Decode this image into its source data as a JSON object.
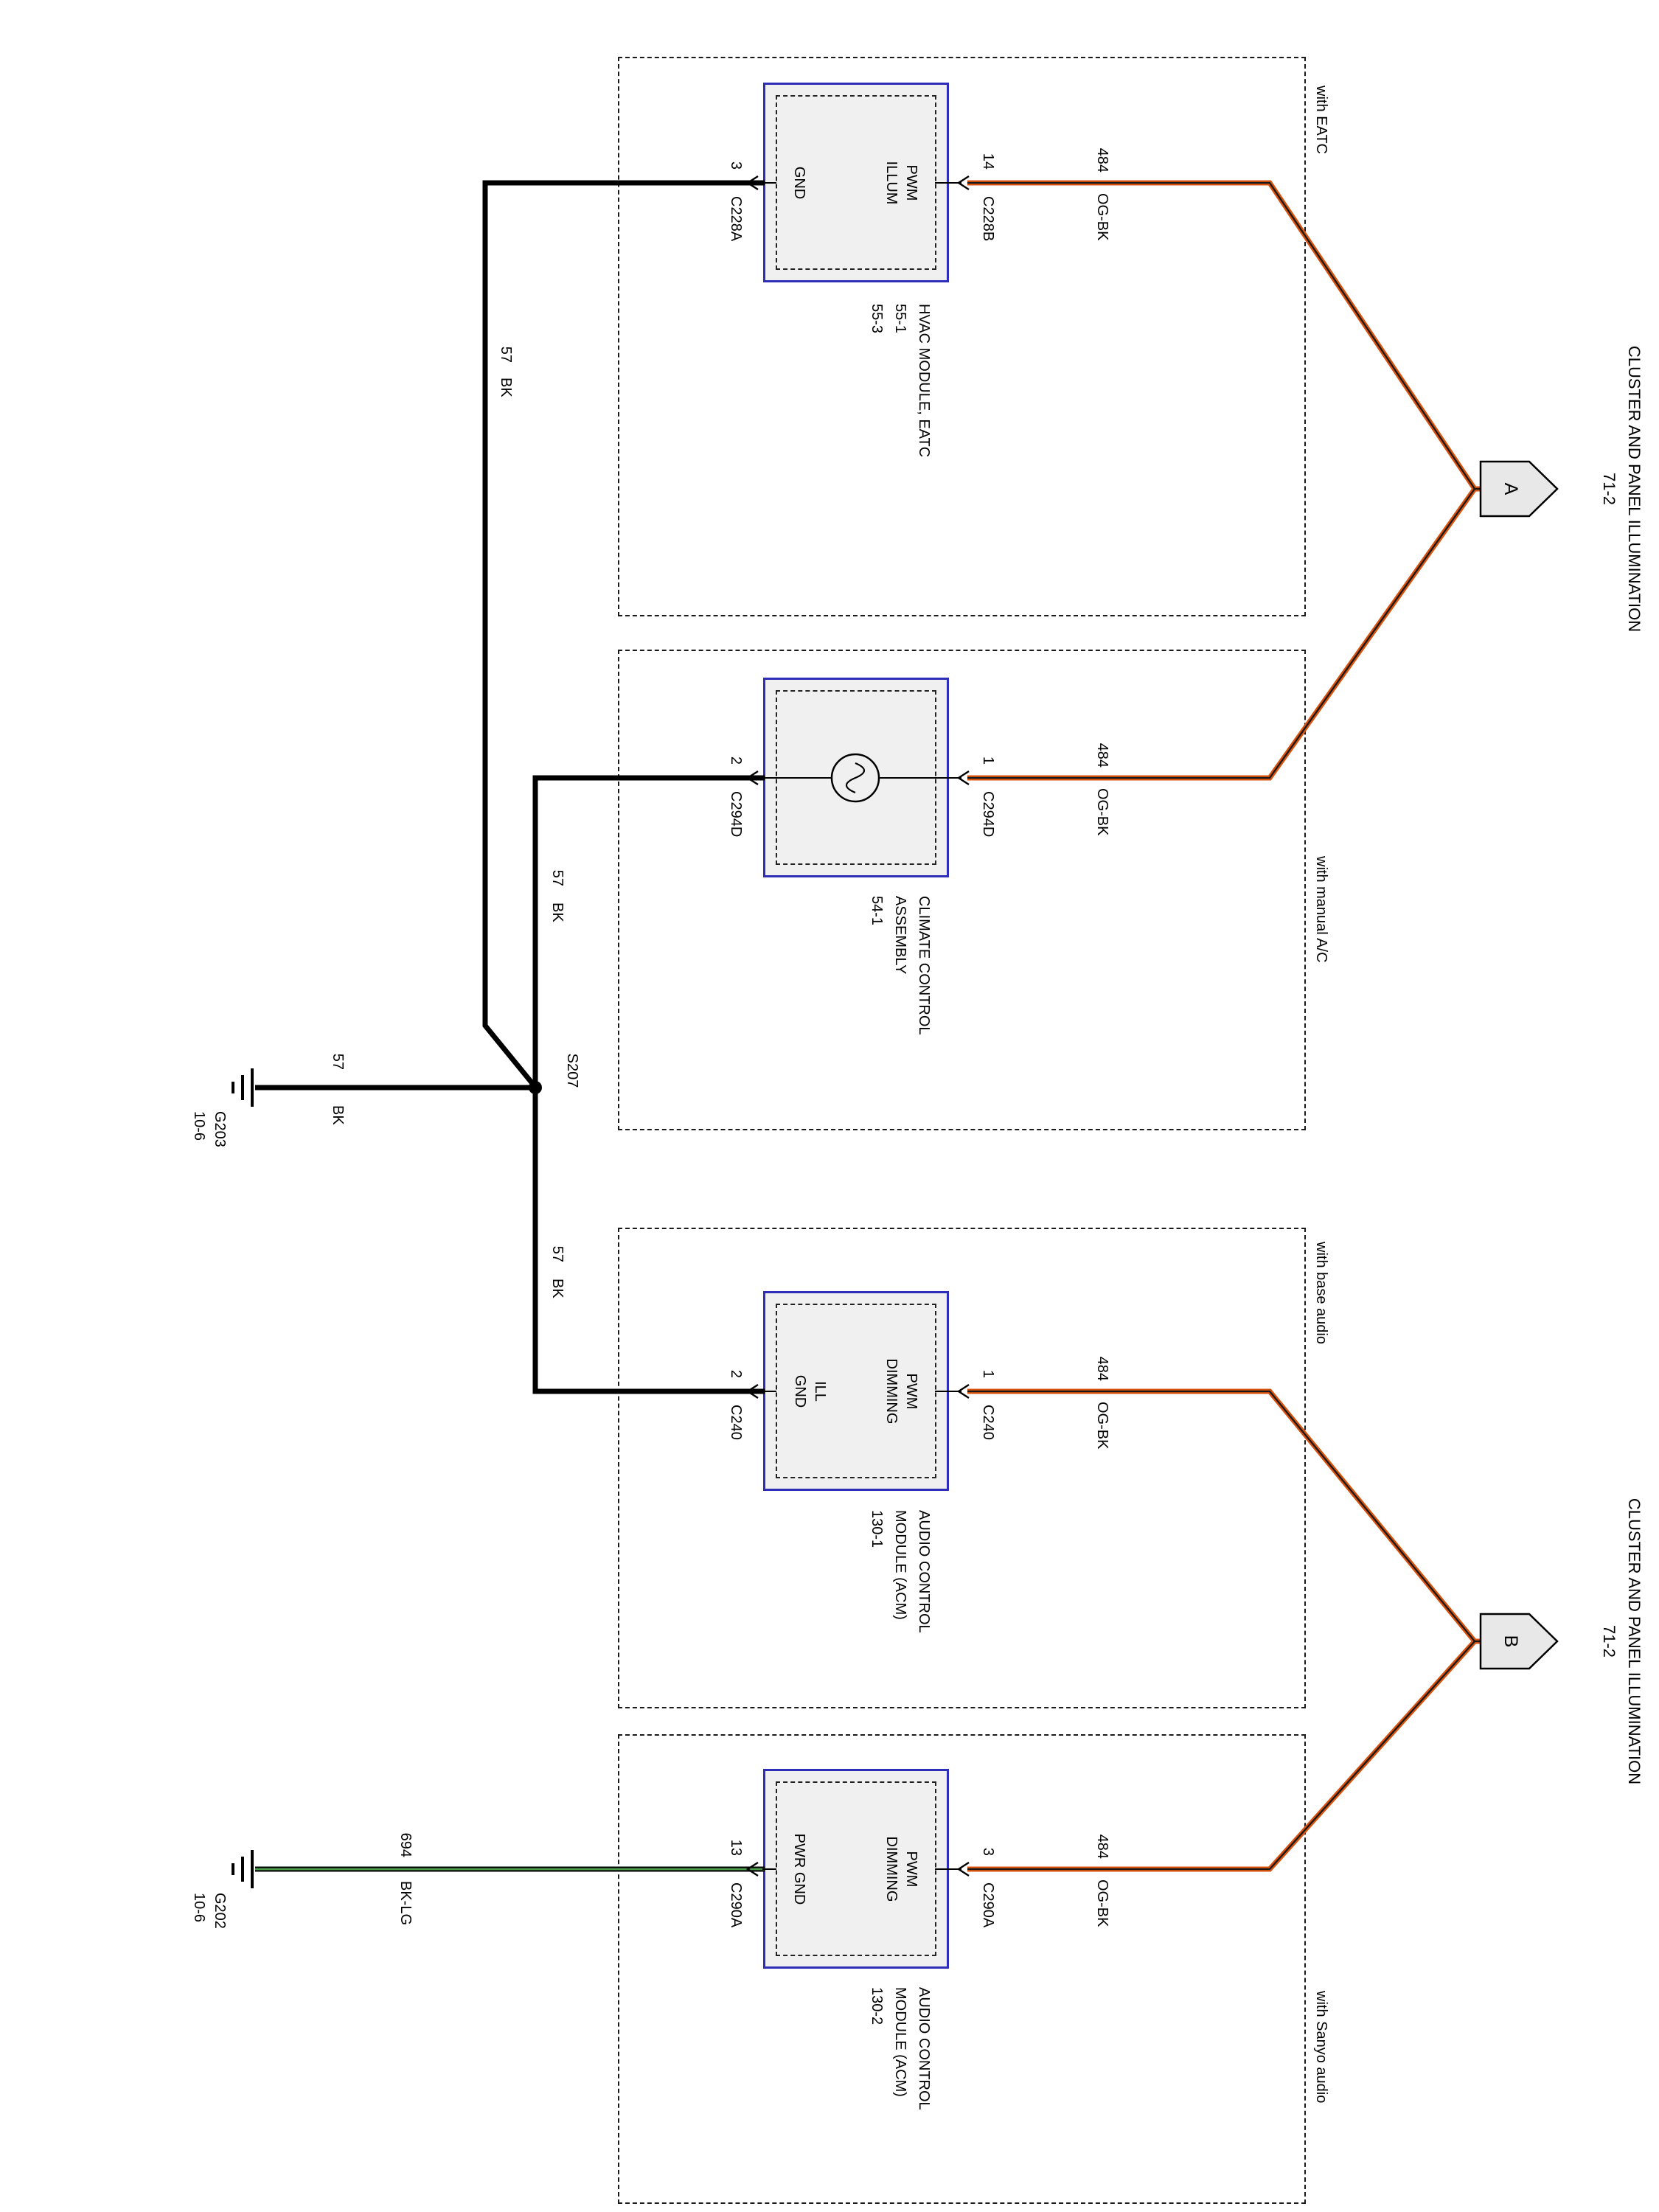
{
  "title_a": {
    "letter": "A",
    "line1": "CLUSTER AND PANEL ILLUMINATION",
    "line2": "71-2"
  },
  "title_b": {
    "letter": "B",
    "line1": "CLUSTER AND PANEL ILLUMINATION",
    "line2": "71-2"
  },
  "modules": [
    {
      "variant": "with EATC",
      "name_lines": [
        "HVAC MODULE, EATC",
        "55-1",
        "55-3"
      ],
      "pin_top": {
        "num": "14",
        "conn": "C228B"
      },
      "pin_bot": {
        "num": "3",
        "conn": "C228A"
      },
      "label_top": [
        "PWM",
        "ILLUM"
      ],
      "label_bot": [
        "GND"
      ],
      "wire": {
        "circuit": "484",
        "color": "OG-BK"
      }
    },
    {
      "variant": "with manual A/C",
      "name_lines": [
        "CLIMATE CONTROL",
        "ASSEMBLY",
        "54-1"
      ],
      "pin_top": {
        "num": "1",
        "conn": "C294D"
      },
      "pin_bot": {
        "num": "2",
        "conn": "C294D"
      },
      "symbol": "lamp-icon",
      "wire": {
        "circuit": "484",
        "color": "OG-BK"
      }
    },
    {
      "variant": "with base audio",
      "name_lines": [
        "AUDIO CONTROL",
        "MODULE (ACM)",
        "130-1"
      ],
      "pin_top": {
        "num": "1",
        "conn": "C240"
      },
      "pin_bot": {
        "num": "2",
        "conn": "C240"
      },
      "label_top": [
        "PWM",
        "DIMMING"
      ],
      "label_bot": [
        "ILL",
        "GND"
      ],
      "wire": {
        "circuit": "484",
        "color": "OG-BK"
      }
    },
    {
      "variant": "with Sanyo audio",
      "name_lines": [
        "AUDIO CONTROL",
        "MODULE (ACM)",
        "130-2"
      ],
      "pin_top": {
        "num": "3",
        "conn": "C290A"
      },
      "pin_bot": {
        "num": "13",
        "conn": "C290A"
      },
      "label_top": [
        "PWM",
        "DIMMING"
      ],
      "label_bot": [
        "PWR GND"
      ],
      "wire": {
        "circuit": "484",
        "color": "OG-BK"
      }
    }
  ],
  "ground": {
    "splice": "S207",
    "wire_57": {
      "circuit": "57",
      "color": "BK"
    },
    "wire_694": {
      "circuit": "694",
      "color": "BK-LG"
    },
    "g203": {
      "name": "G203",
      "ref": "10-6"
    },
    "g202": {
      "name": "G202",
      "ref": "10-6"
    }
  },
  "colors": {
    "orange": "#d9530e",
    "black": "#000000",
    "green": "#4c9a4c",
    "blue": "#2e2eb8"
  }
}
